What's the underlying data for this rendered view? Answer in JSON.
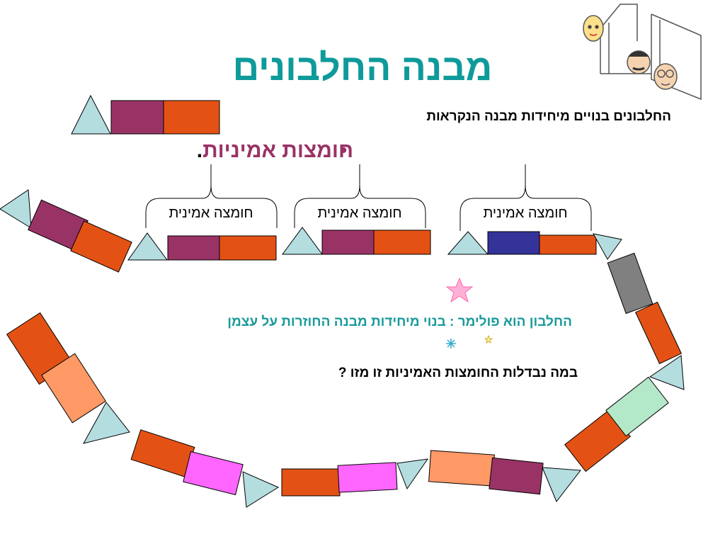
{
  "title": "מבנה החלבונים",
  "intro": "החלבונים בנויים מיחידות מבנה הנקראות",
  "bullet": {
    "text": "חומצות אמיניות",
    "suffix": "."
  },
  "amino_label": "חומצה אמינית",
  "polymer_text": "החלבון הוא פולימר : בנוי מיחידות מבנה החוזרות על עצמן",
  "question": "במה נבדלות החומצות האמיניות זו מזו ?",
  "colors": {
    "title": "#0f9a9a",
    "triangle": "#b4dde0",
    "purple": "#993366",
    "orange": "#e35214",
    "navy": "#333399",
    "gray": "#808080",
    "peach": "#ff9966",
    "mint": "#b3e8c8",
    "magenta": "#ff66ff"
  },
  "icons": [
    "cartoon-characters-window-icon",
    "pink-star-icon",
    "sparkle-icon",
    "small-star-icon"
  ]
}
